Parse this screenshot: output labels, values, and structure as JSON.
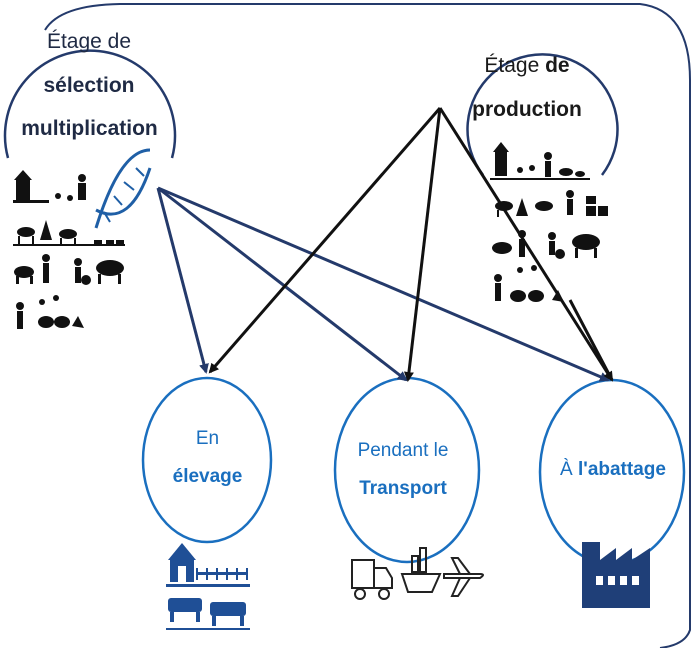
{
  "selection_stage": {
    "line1": "Étage de",
    "line2": "sélection",
    "line3": "multiplication"
  },
  "production_stage": {
    "line1": "Étage",
    "line1_bold": "de",
    "line2": "production"
  },
  "targets": {
    "elevage": {
      "line1": "En",
      "line2": "élevage"
    },
    "transport": {
      "line1": "Pendant le",
      "line2": "Transport"
    },
    "abattage": {
      "prefix": "À",
      "bold": "l'abattage"
    }
  },
  "colors": {
    "dark_navy": "#243a6b",
    "accent_blue": "#1a6fbf",
    "icon_navy": "#1f3f78",
    "black": "#111111"
  },
  "icons": [
    "dna-icon",
    "farm-animals-icon",
    "barn-icon",
    "livestock-icon",
    "truck-icon",
    "ship-icon",
    "airplane-icon",
    "factory-icon"
  ]
}
